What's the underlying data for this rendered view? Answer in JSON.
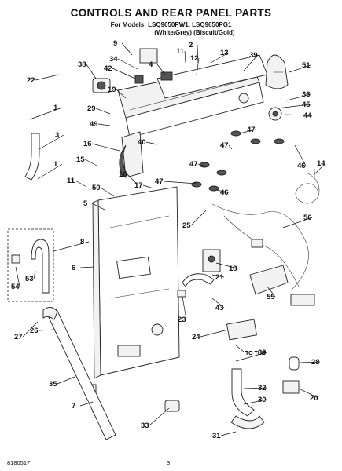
{
  "header": {
    "title": "CONTROLS AND REAR PANEL PARTS",
    "models": "For Models: LSQ9650PW1, LSQ9650PG1",
    "colors": "(White/Grey)  (Biscuit/Gold)"
  },
  "footer": {
    "doc_number": "8180517",
    "page": "3"
  },
  "annotation": {
    "to_tub": "TO TUB"
  },
  "callouts": [
    "1",
    "2",
    "3",
    "4",
    "5",
    "6",
    "7",
    "8",
    "9",
    "10",
    "11",
    "12",
    "13",
    "14",
    "15",
    "16",
    "17",
    "18",
    "19",
    "20",
    "21",
    "22",
    "23",
    "24",
    "25",
    "26",
    "27",
    "28",
    "29",
    "30",
    "31",
    "32",
    "33",
    "34",
    "35",
    "36",
    "38",
    "39",
    "40",
    "42",
    "43",
    "44",
    "45",
    "46",
    "47",
    "49",
    "50",
    "51",
    "53",
    "54",
    "55",
    "56"
  ]
}
